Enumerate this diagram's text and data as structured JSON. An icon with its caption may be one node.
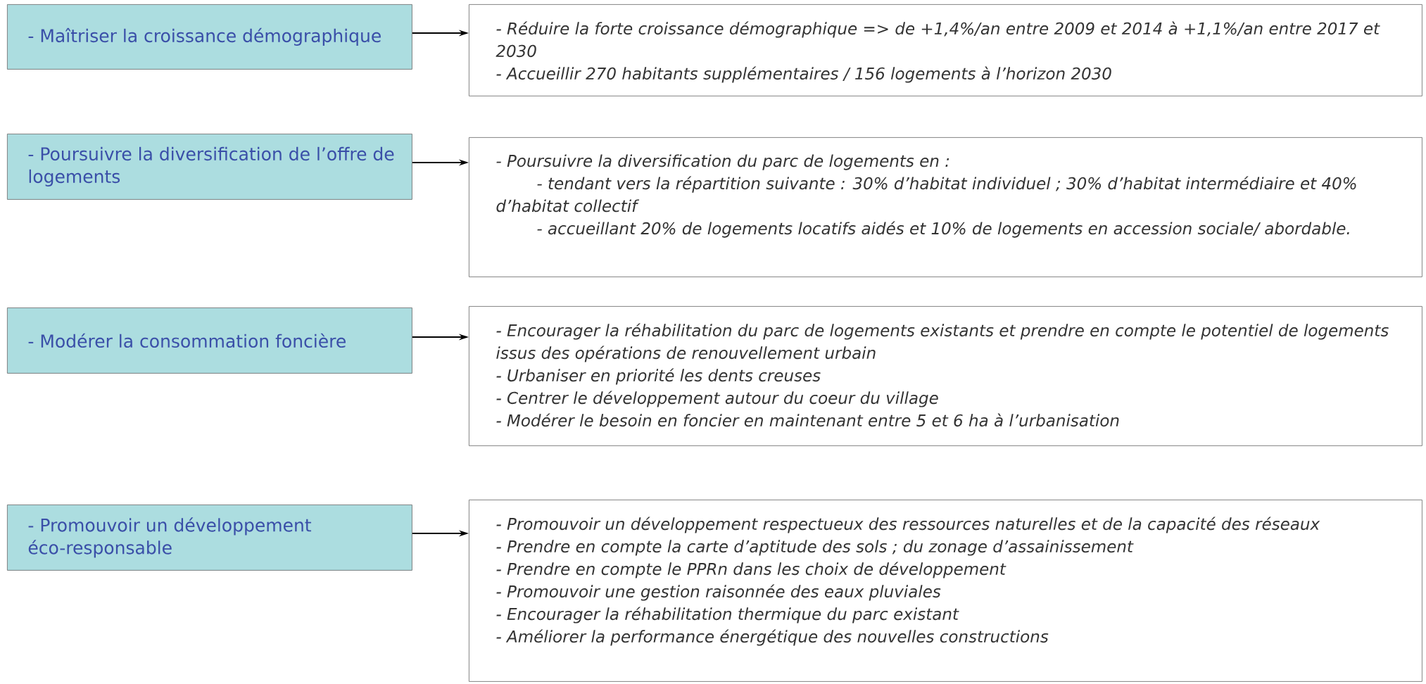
{
  "diagram": {
    "nodes": [
      {
        "text": [
          "- Maîtriser la croissance démographique"
        ]
      },
      {
        "text": [
          "- Réduire la forte croissance démographique => de +1,4%/an entre 2009 et 2014 à +1,1%/an entre 2017 et 2030",
          "- Accueillir 270 habitants supplémentaires / 156 logements à l’horizon 2030"
        ]
      },
      {
        "text": [
          "- Poursuivre la diversification de l’offre de logements"
        ]
      },
      {
        "text": [
          "- Poursuivre la diversification du parc de logements en :",
          "- tendant vers la répartition suivante : 30% d’habitat individuel ; 30% d’habitat intermédiaire et 40% d’habitat collectif",
          "- accueillant 20% de logements locatifs aidés et 10% de logements en accession sociale/ abordable."
        ]
      },
      {
        "text": [
          "- Modérer la consommation foncière"
        ]
      },
      {
        "text": [
          "- Encourager la réhabilitation du parc de logements existants et prendre en compte le potentiel de logements issus des opérations de renouvellement urbain",
          "- Urbaniser en priorité les dents creuses",
          "- Centrer le développement autour du coeur du village",
          "- Modérer le besoin en foncier en maintenant entre 5 et 6 ha à l’urbanisation"
        ]
      },
      {
        "text": [
          "- Promouvoir un développement éco-responsable"
        ]
      },
      {
        "text": [
          "- Promouvoir un développement respectueux des ressources naturelles et de la capacité des réseaux",
          "- Prendre en compte la carte d’aptitude des sols ; du zonage d’assainissement",
          "- Prendre en compte le PPRn dans les choix de développement",
          "- Promouvoir une gestion raisonnée des eaux pluviales",
          "- Encourager la réhabilitation thermique du parc existant",
          "- Améliorer la performance énergétique des nouvelles constructions"
        ]
      }
    ],
    "edges": [
      {
        "from": 0,
        "to": 1,
        "arrow": "to"
      },
      {
        "from": 2,
        "to": 3,
        "arrow": "to"
      },
      {
        "from": 4,
        "to": 5,
        "arrow": "to"
      },
      {
        "from": 6,
        "to": 7,
        "arrow": "to"
      }
    ]
  }
}
